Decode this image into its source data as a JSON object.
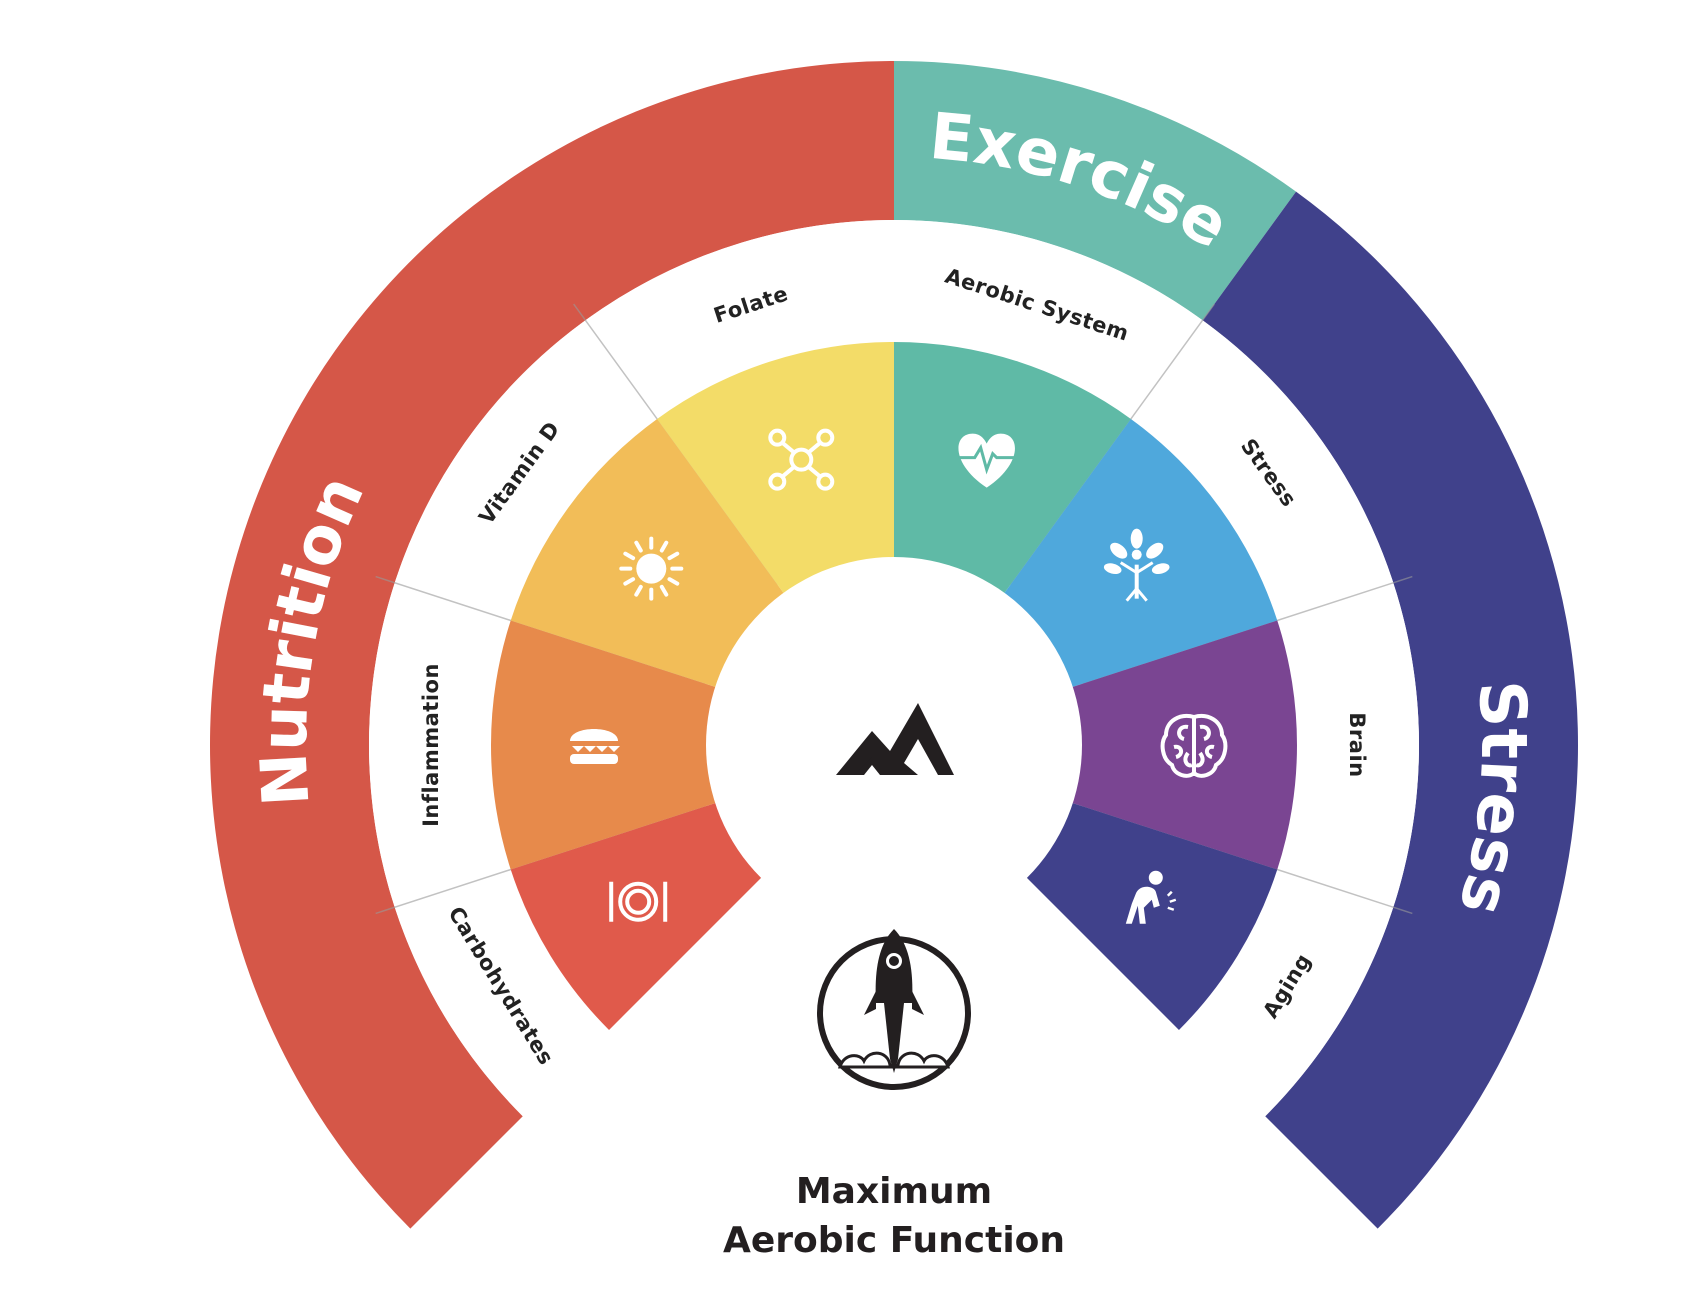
{
  "categories": [
    {
      "label": "Nutrition",
      "color": "#d55748"
    },
    {
      "label": "Exercise",
      "color": "#6bbcad"
    },
    {
      "label": "Stress",
      "color": "#40418b"
    }
  ],
  "segments": [
    {
      "label": "Carbohydrates",
      "icon": "plate-icon",
      "color": "#e05a4b"
    },
    {
      "label": "Inflammation",
      "icon": "burger-icon",
      "color": "#e78a4b"
    },
    {
      "label": "Vitamin D",
      "icon": "sun-icon",
      "color": "#f2bd58"
    },
    {
      "label": "Folate",
      "icon": "molecule-icon",
      "color": "#f3dc68"
    },
    {
      "label": "Aerobic System",
      "icon": "heart-pulse-icon",
      "color": "#5fbaa6"
    },
    {
      "label": "Stress",
      "icon": "tree-person-icon",
      "color": "#4fa8dc"
    },
    {
      "label": "Brain",
      "icon": "brain-icon",
      "color": "#7a4592"
    },
    {
      "label": "Aging",
      "icon": "aging-person-icon",
      "color": "#40418b"
    }
  ],
  "center": {
    "icon": "mountain-logo-icon"
  },
  "footer": {
    "icon": "rocket-icon",
    "title_line1": "Maximum",
    "title_line2": "Aerobic Function"
  }
}
